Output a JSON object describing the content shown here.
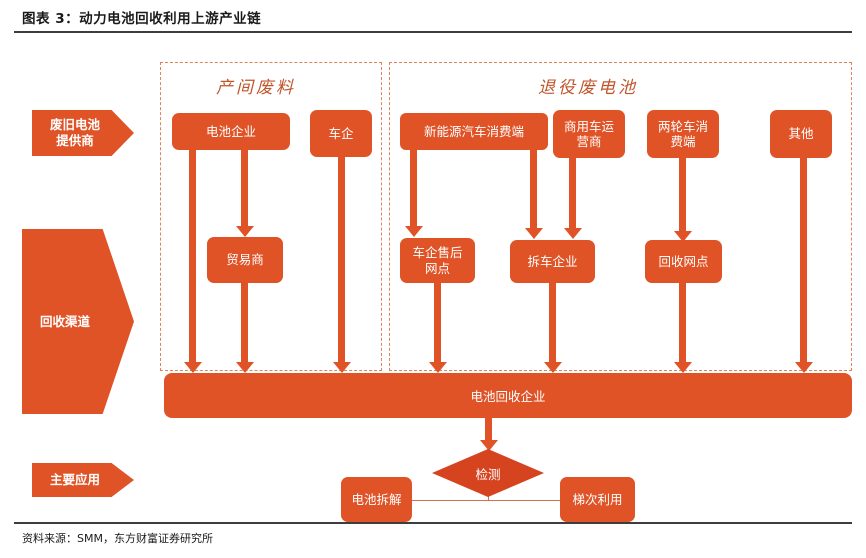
{
  "header": {
    "title": "图表 3：动力电池回收利用上游产业链"
  },
  "footer": {
    "source": "资料来源：SMM，东方财富证券研究所"
  },
  "colors": {
    "primary_orange": "#df5327",
    "diamond_orange": "#d6431f",
    "dashed_border": "#e0825c",
    "group_title": "#c0562c",
    "rule": "#3d3d3d",
    "thin_connector": "#d4704a"
  },
  "stages": [
    {
      "label": "废旧电池提供商",
      "line1": "废旧电池",
      "line2": "提供商"
    },
    {
      "label": "回收渠道",
      "line1": "回收渠道",
      "line2": ""
    },
    {
      "label": "主要应用",
      "line1": "主要应用",
      "line2": ""
    }
  ],
  "groups": [
    {
      "title": "产间废料"
    },
    {
      "title": "退役废电池"
    }
  ],
  "nodes": {
    "row1": [
      {
        "label": "电池企业"
      },
      {
        "label": "车企"
      },
      {
        "label": "新能源汽车消费端"
      },
      {
        "label": "商用车运营商",
        "line1": "商用车运",
        "line2": "营商"
      },
      {
        "label": "两轮车消费端",
        "line1": "两轮车消",
        "line2": "费端"
      },
      {
        "label": "其他"
      }
    ],
    "row2": [
      {
        "label": "贸易商"
      },
      {
        "label": "车企售后网点",
        "line1": "车企售后",
        "line2": "网点"
      },
      {
        "label": "拆车企业"
      },
      {
        "label": "回收网点"
      }
    ],
    "aggregator": {
      "label": "电池回收企业"
    },
    "decision": {
      "label": "检测"
    },
    "outcomes": [
      {
        "label": "电池拆解"
      },
      {
        "label": "梯次利用"
      }
    ]
  }
}
